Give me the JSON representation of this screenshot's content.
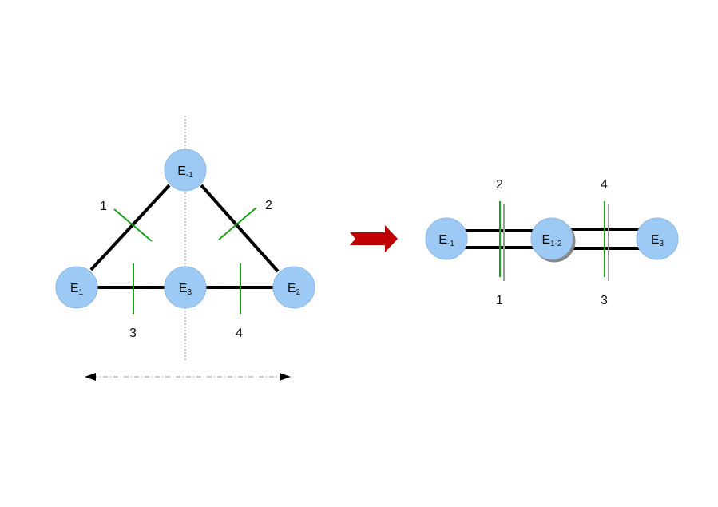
{
  "colors": {
    "node_fill": "#9ccaf5",
    "edge": "#000000",
    "cut": "#1aa31a",
    "arrow": "#c00000",
    "axis": "#9a9a9a"
  },
  "left_graph": {
    "nodes": {
      "top": {
        "base": "E",
        "sub": "-1"
      },
      "left": {
        "base": "E",
        "sub": "1"
      },
      "middle": {
        "base": "E",
        "sub": "3"
      },
      "right": {
        "base": "E",
        "sub": "2"
      }
    },
    "cut_labels": {
      "c1": "1",
      "c2": "2",
      "c3": "3",
      "c4": "4"
    }
  },
  "transform_arrow": "right-arrow-icon",
  "right_graph": {
    "nodes": {
      "left": {
        "base": "E",
        "sub": "-1"
      },
      "middle": {
        "base": "E",
        "sub": "1-2"
      },
      "right": {
        "base": "E",
        "sub": "3"
      }
    },
    "cut_labels": {
      "top_left": "2",
      "top_right": "4",
      "bottom_left": "1",
      "bottom_right": "3"
    }
  }
}
